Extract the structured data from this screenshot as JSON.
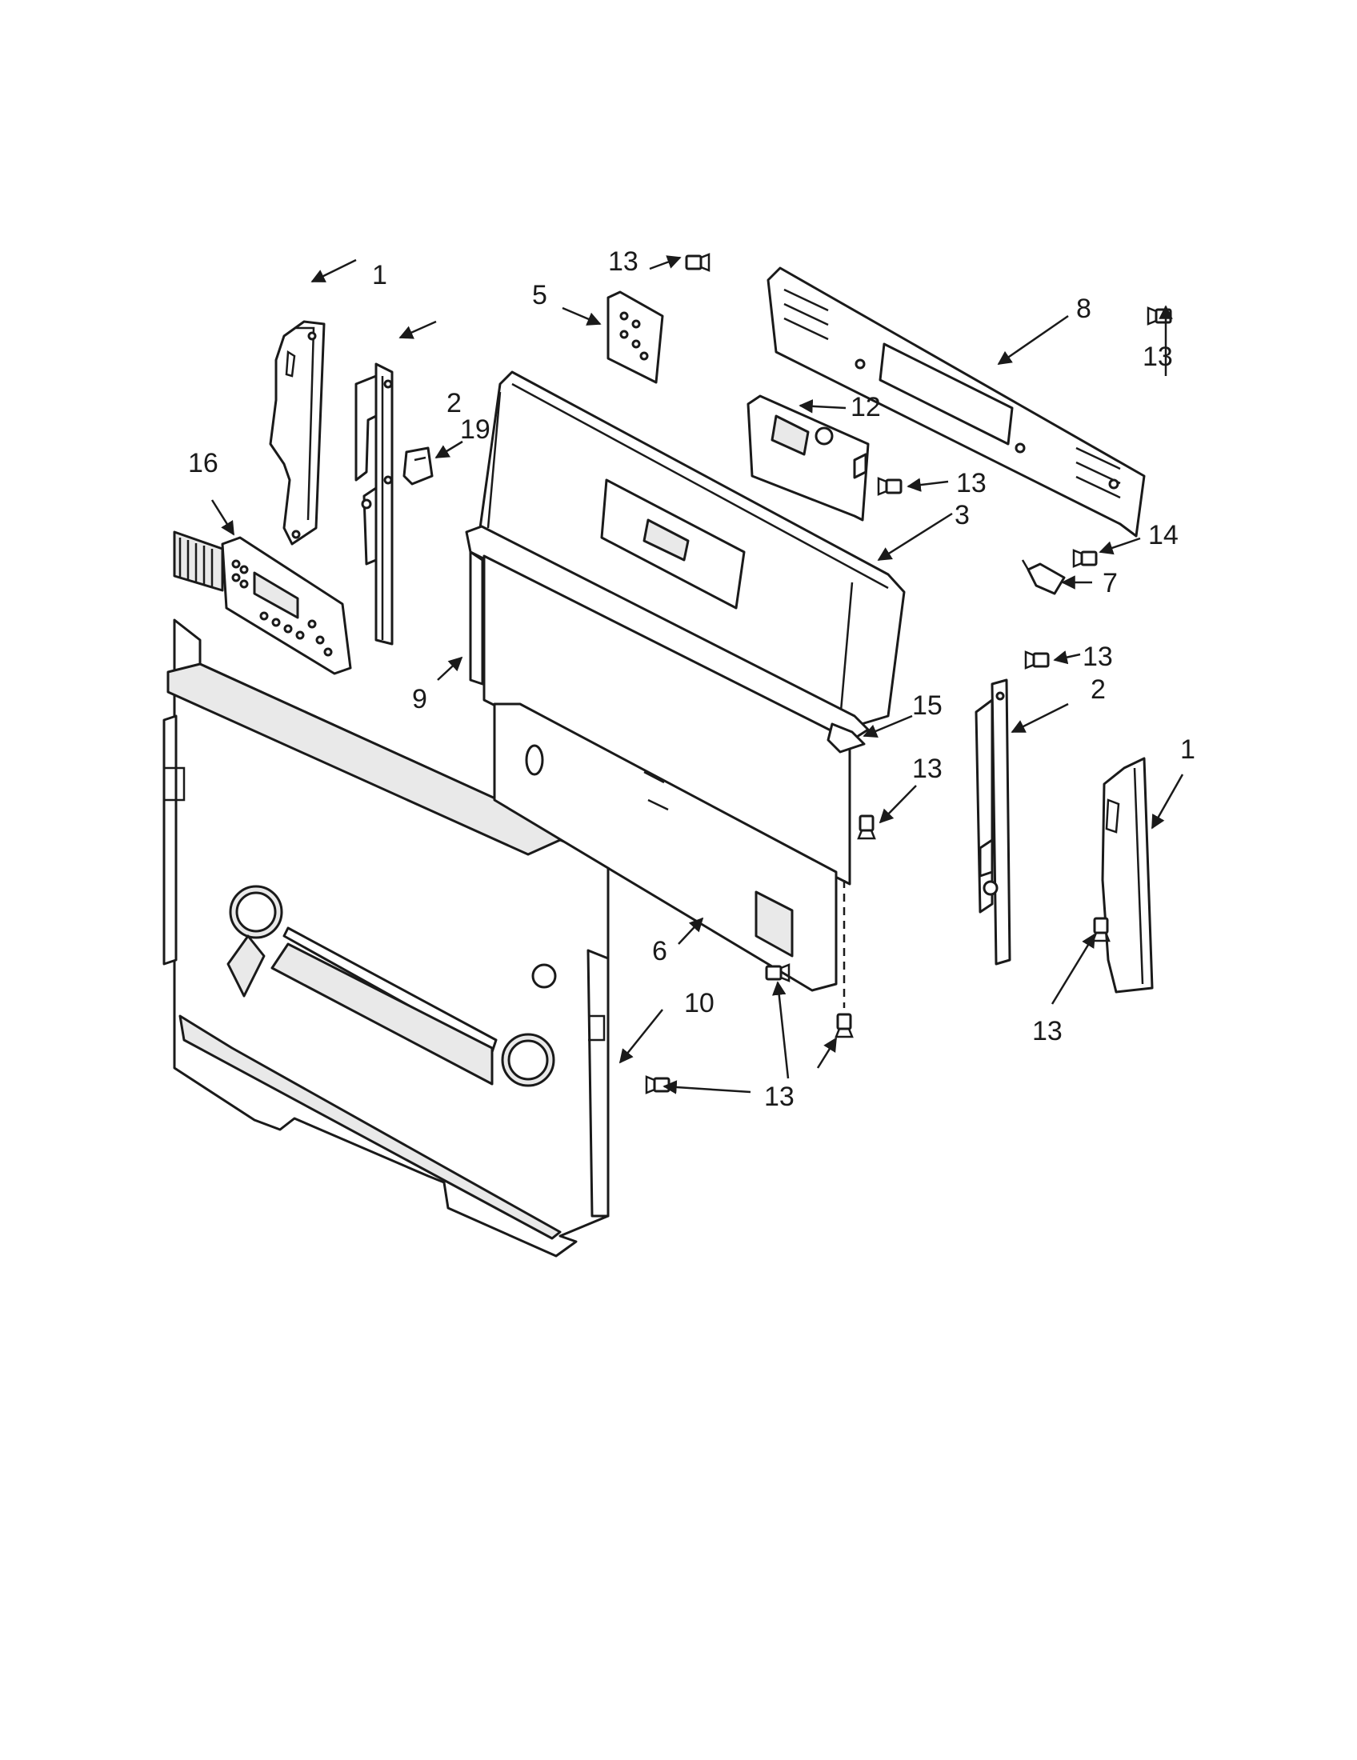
{
  "diagram": {
    "callouts": [
      {
        "id": "c1-left",
        "label": "1"
      },
      {
        "id": "c1-right",
        "label": "1"
      },
      {
        "id": "c2-left",
        "label": "2"
      },
      {
        "id": "c2-right",
        "label": "2"
      },
      {
        "id": "c3",
        "label": "3"
      },
      {
        "id": "c5",
        "label": "5"
      },
      {
        "id": "c6",
        "label": "6"
      },
      {
        "id": "c7",
        "label": "7"
      },
      {
        "id": "c8",
        "label": "8"
      },
      {
        "id": "c9",
        "label": "9"
      },
      {
        "id": "c10",
        "label": "10"
      },
      {
        "id": "c12",
        "label": "12"
      },
      {
        "id": "c13-top",
        "label": "13"
      },
      {
        "id": "c13-right-top",
        "label": "13"
      },
      {
        "id": "c13-board",
        "label": "13"
      },
      {
        "id": "c13-right-mid",
        "label": "13"
      },
      {
        "id": "c13-center",
        "label": "13"
      },
      {
        "id": "c13-right-bottom",
        "label": "13"
      },
      {
        "id": "c13-bottom",
        "label": "13"
      },
      {
        "id": "c14",
        "label": "14"
      },
      {
        "id": "c15",
        "label": "15"
      },
      {
        "id": "c16",
        "label": "16"
      },
      {
        "id": "c19",
        "label": "19"
      }
    ]
  }
}
